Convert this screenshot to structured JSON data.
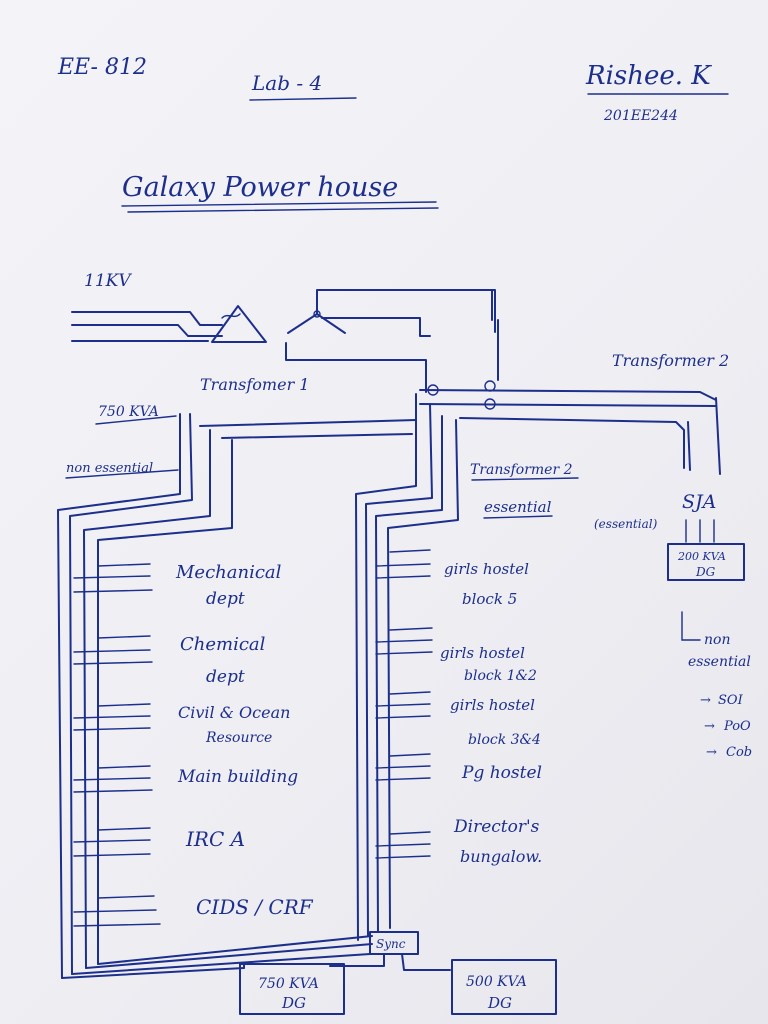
{
  "header": {
    "course": "EE- 812",
    "lab": "Lab - 4",
    "author": "Rishee. K",
    "roll": "201EE244"
  },
  "title": "Galaxy Power house",
  "supply": {
    "voltage": "11KV",
    "transformer1": "Transfomer 1",
    "transformer1_rating": "750 KVA",
    "transformer2_right": "Transformer 2",
    "transformer2_mid": "Transformer 2",
    "non_essential": "non essential",
    "essential": "essential"
  },
  "left_loads": [
    {
      "line1": "Mechanical",
      "line2": "dept"
    },
    {
      "line1": "Chemical",
      "line2": "dept"
    },
    {
      "line1": "Civil & Ocean",
      "line2": "Resource"
    },
    {
      "line1": "Main building",
      "line2": ""
    },
    {
      "line1": "IRC A",
      "line2": ""
    },
    {
      "line1": "CIDS / CRF",
      "line2": ""
    }
  ],
  "right_loads": [
    {
      "line1": "girls hostel",
      "line2": "block 5"
    },
    {
      "line1": "girls hostel",
      "line2": "block 1&2"
    },
    {
      "line1": "girls hostel",
      "line2": "block 3&4"
    },
    {
      "line1": "Pg hostel",
      "line2": ""
    },
    {
      "line1": "Director's",
      "line2": "bungalow."
    }
  ],
  "sja": {
    "label": "SJA",
    "essential": "(essential)",
    "dg": {
      "line1": "200 KVA",
      "line2": "DG"
    },
    "non_essential_line1": "non",
    "non_essential_line2": "essential",
    "list": [
      "SOI",
      "PoO",
      "Cob"
    ]
  },
  "sync": "Sync",
  "dg_left": {
    "line1": "750 KVA",
    "line2": "DG"
  },
  "dg_right": {
    "line1": "500 KVA",
    "line2": "DG"
  }
}
